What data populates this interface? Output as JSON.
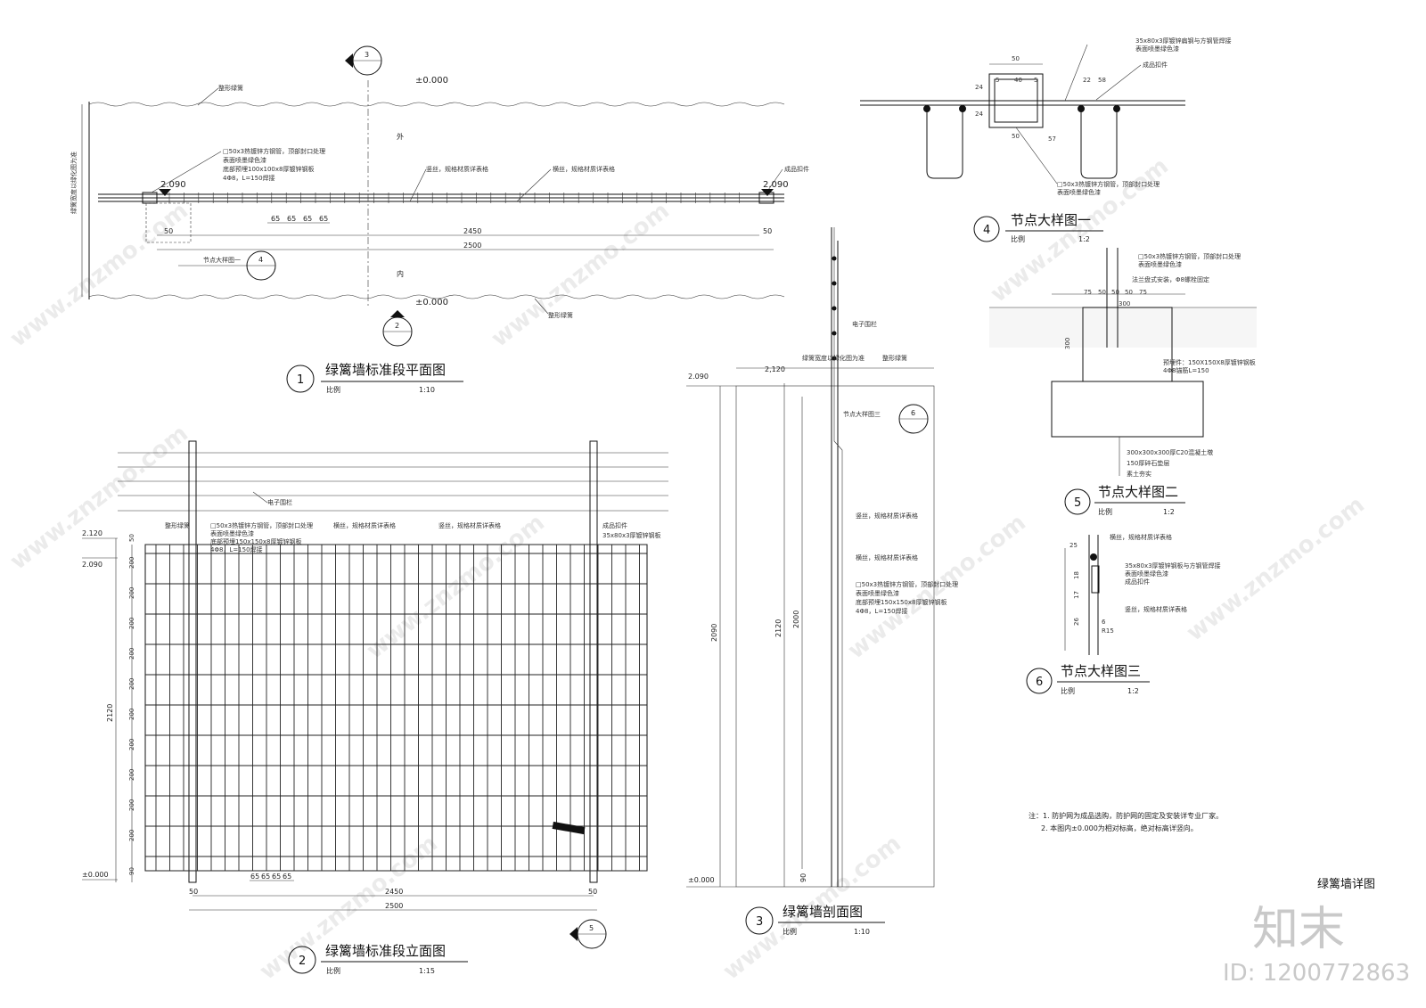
{
  "plan": {
    "title": "绿篱墙标准段平面图",
    "num": "1",
    "scale_label": "比例",
    "scale": "1:10",
    "label_hedge_top": "整形绿篱",
    "label_hedge_bottom": "整形绿篱",
    "label_post": "□50x3热镀锌方钢管，顶部封口处理",
    "label_post_2": "表面喷墨绿色漆",
    "label_post_3": "底部预埋100x100x8厚镀锌钢板",
    "label_post_4": "4Φ8，L=150焊接",
    "label_vertical_wire": "竖丝，规格材质详表格",
    "label_horizontal_wire": "横丝，规格材质详表格",
    "label_fastener": "成品扣件",
    "label_width": "绿篱宽度以绿化图为准",
    "elev_top": "±0.000",
    "elev_bottom": "±0.000",
    "elev_left": "2.090",
    "elev_right": "2.090",
    "outside": "外",
    "inside": "内",
    "dim_65": [
      "65",
      "65",
      "65",
      "65"
    ],
    "dim_2450": "2450",
    "dim_2500": "2500",
    "dim_50_l": "50",
    "dim_50_r": "50",
    "detail_ref_label": "节点大样图一",
    "detail_ref_num": "4",
    "cut_a": "3",
    "cut_b": "2"
  },
  "elevation": {
    "title": "绿篱墙标准段立面图",
    "num": "2",
    "scale_label": "比例",
    "scale": "1:15",
    "label_fence": "电子围栏",
    "label_hedge": "整形绿篱",
    "label_post": "□50x3热镀锌方钢管，顶部封口处理",
    "label_post_2": "表面喷墨绿色漆",
    "label_post_3": "底部预埋150x150x8厚镀锌钢板",
    "label_post_4": "4Φ8，L=150焊接",
    "label_hwire": "横丝，规格材质详表格",
    "label_vwire": "竖丝，规格材质详表格",
    "label_fastener": "成品扣件",
    "label_plate": "35x80x3厚镀锌钢板",
    "elev_2120": "2.120",
    "elev_2090": "2.090",
    "elev_0": "±0.000",
    "dim_rows": [
      "50",
      "200",
      "200",
      "200",
      "200",
      "200",
      "200",
      "200",
      "200",
      "200",
      "200",
      "90"
    ],
    "dim_total": "2120",
    "dim_65": [
      "65",
      "65",
      "65",
      "65"
    ],
    "dim_2450": "2450",
    "dim_2500": "2500",
    "dim_50_l": "50",
    "dim_50_r": "50",
    "cut": "5"
  },
  "section": {
    "title": "绿篱墙剖面图",
    "num": "3",
    "scale_label": "比例",
    "scale": "1:10",
    "label_fence": "电子围栏",
    "label_width": "绿篱宽度以绿化图为准",
    "label_hedge": "整形绿篱",
    "label_detail": "节点大样图三",
    "detail_num": "6",
    "label_vwire": "竖丝，规格材质详表格",
    "label_hwire": "横丝，规格材质详表格",
    "label_post": "□50x3热镀锌方钢管，顶部封口处理",
    "label_post_2": "表面喷墨绿色漆",
    "label_post_3": "底部预埋150x150x8厚镀锌钢板",
    "label_post_4": "4Φ8，L=150焊接",
    "elev_2090": "2.090",
    "elev_0": "±0.000",
    "dim_2120_top": "2,120",
    "dim_2090": "2090",
    "dim_2120": "2120",
    "dim_2000": "2000",
    "dim_90": "90"
  },
  "detail1": {
    "title": "节点大样图一",
    "num": "4",
    "scale_label": "比例",
    "scale": "1:2",
    "label_plate": "35x80x3厚镀锌扁钢与方钢管焊接",
    "label_plate_2": "表面喷墨绿色漆",
    "label_fastener": "成品扣件",
    "label_post": "□50x3热镀锌方钢管，顶部封口处理",
    "label_post_2": "表面喷墨绿色漆",
    "dims": [
      "50",
      "5",
      "40",
      "5",
      "22",
      "58",
      "24",
      "24",
      "50",
      "57"
    ]
  },
  "detail2": {
    "title": "节点大样图二",
    "num": "5",
    "scale_label": "比例",
    "scale": "1:2",
    "label_post": "□50x3热镀锌方钢管，顶部封口处理",
    "label_post_2": "表面喷墨绿色漆",
    "label_bolt": "法兰盘式安装，Φ8螺栓固定",
    "label_embed": "预埋件：150X150X8厚镀锌钢板",
    "label_embed_2": "4Φ8锚筋L=150",
    "label_concrete": "300x300x300厚C20混凝土墩",
    "label_gravel": "150厚碎石垫层",
    "label_soil": "素土夯实",
    "dims_top": [
      "300",
      "75",
      "50",
      "50",
      "50",
      "75"
    ],
    "dim_side": "300"
  },
  "detail3": {
    "title": "节点大样图三",
    "num": "6",
    "scale_label": "比例",
    "scale": "1:2",
    "label_hwire": "横丝，规格材质详表格",
    "label_plate": "35x80x3厚镀锌钢板与方钢管焊接",
    "label_plate_2": "表面喷墨绿色漆",
    "label_plate_3": "成品扣件",
    "label_vwire": "竖丝，规格材质详表格",
    "dims": [
      "25",
      "18",
      "17",
      "26",
      "6"
    ],
    "radius": "R15"
  },
  "notes": {
    "line1": "注：1. 防护网为成品选购，防护网的固定及安装详专业厂家。",
    "line2": "2. 本图内±0.000为相对标高，绝对标高详竖向。"
  },
  "sheet_title": "绿篱墙详图",
  "brand": {
    "logo": "知末",
    "id": "ID: 1200772863"
  },
  "watermark": "www.znzmo.com"
}
